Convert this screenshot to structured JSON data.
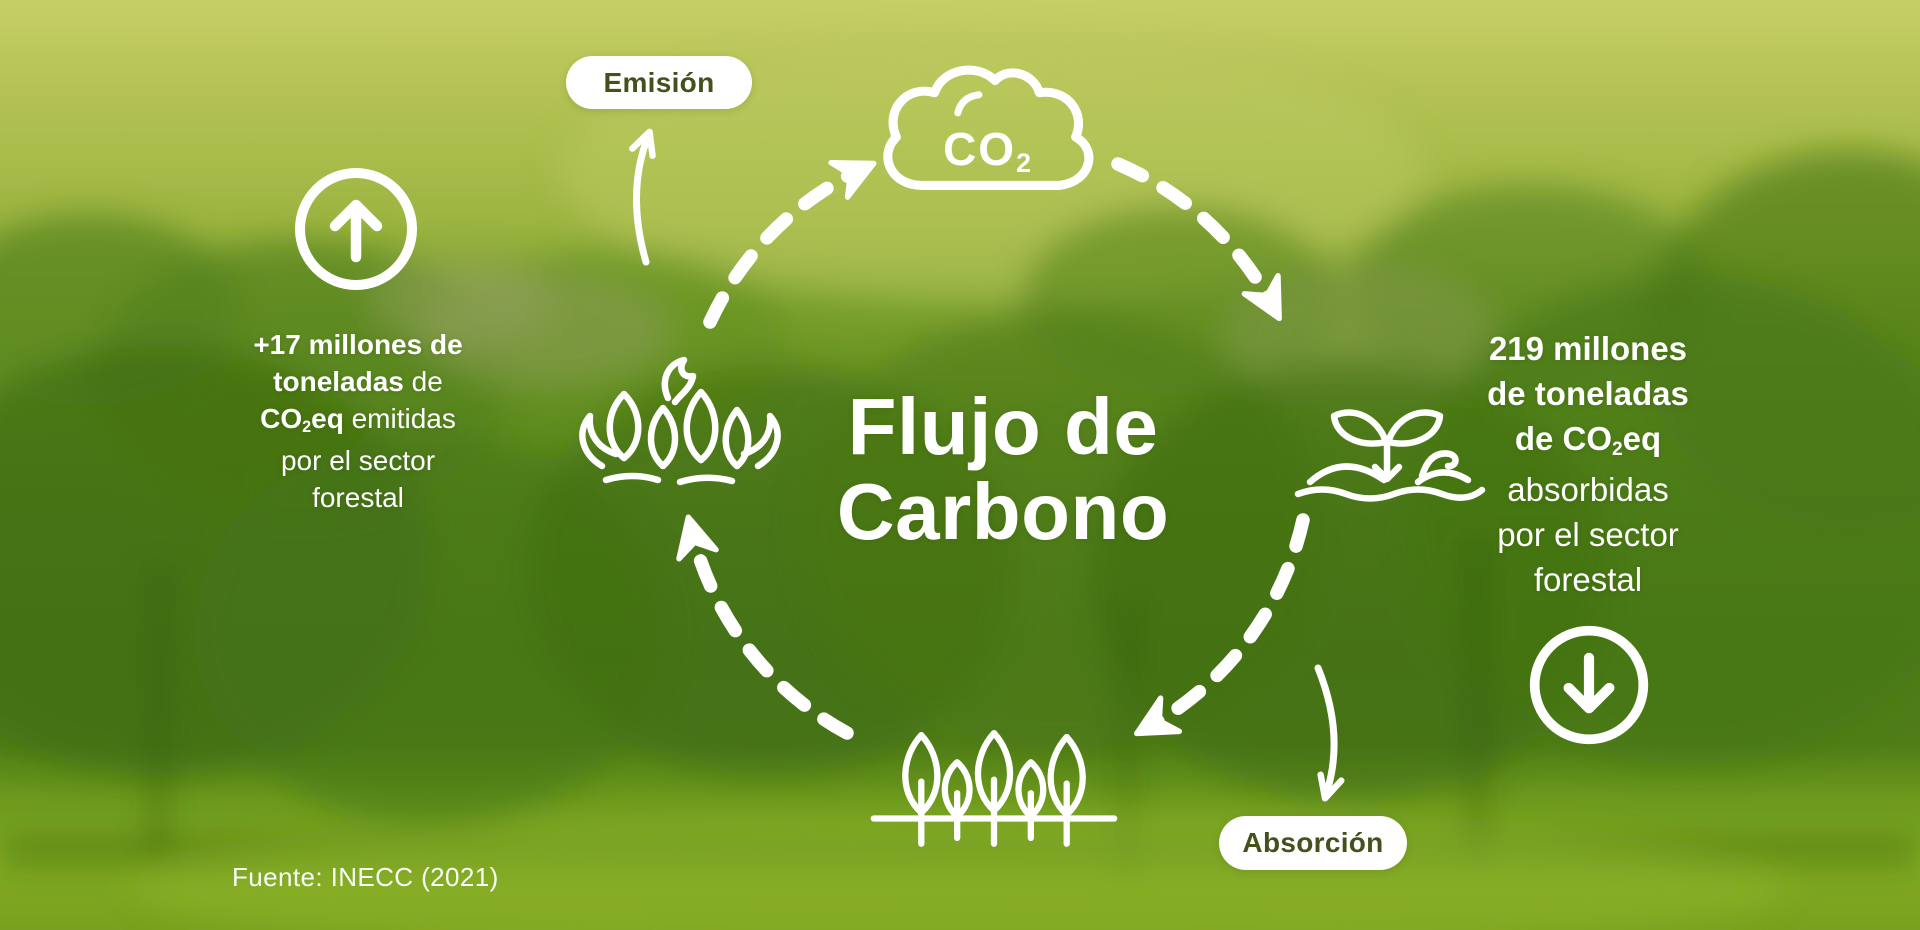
{
  "title": {
    "line1": "Flujo de",
    "line2": "Carbono"
  },
  "badges": {
    "emission": "Emisión",
    "absorption": "Absorción"
  },
  "cloud": {
    "formula": "CO",
    "subscript": "2"
  },
  "left_stat": {
    "l1": "+17 millones de",
    "l2_bold": "toneladas",
    "l2_rest": " de",
    "l3_bold_a": "CO",
    "l3_sub": "2",
    "l3_bold_b": "eq",
    "l3_rest": " emitidas",
    "l4": "por el sector",
    "l5": "forestal"
  },
  "right_stat": {
    "l1": "219 millones",
    "l2": "de toneladas",
    "l3_pre": "de CO",
    "l3_sub": "2",
    "l3_post": "eq",
    "l4": "absorbidas",
    "l5": "por el sector",
    "l6": "forestal"
  },
  "source": "Fuente: INECC (2021)",
  "icons": {
    "up": "up-arrow-circle-icon",
    "down": "down-arrow-circle-icon",
    "cloud": "co2-cloud-icon",
    "fire": "wildfire-icon",
    "seedling": "seedling-icon",
    "trees": "forest-trees-icon"
  },
  "colors": {
    "overlay_light": "#b9c55a",
    "overlay_dark": "#4d7a17",
    "meadow": "#85ad25",
    "text": "#ffffff",
    "badge_text": "#44511d"
  }
}
